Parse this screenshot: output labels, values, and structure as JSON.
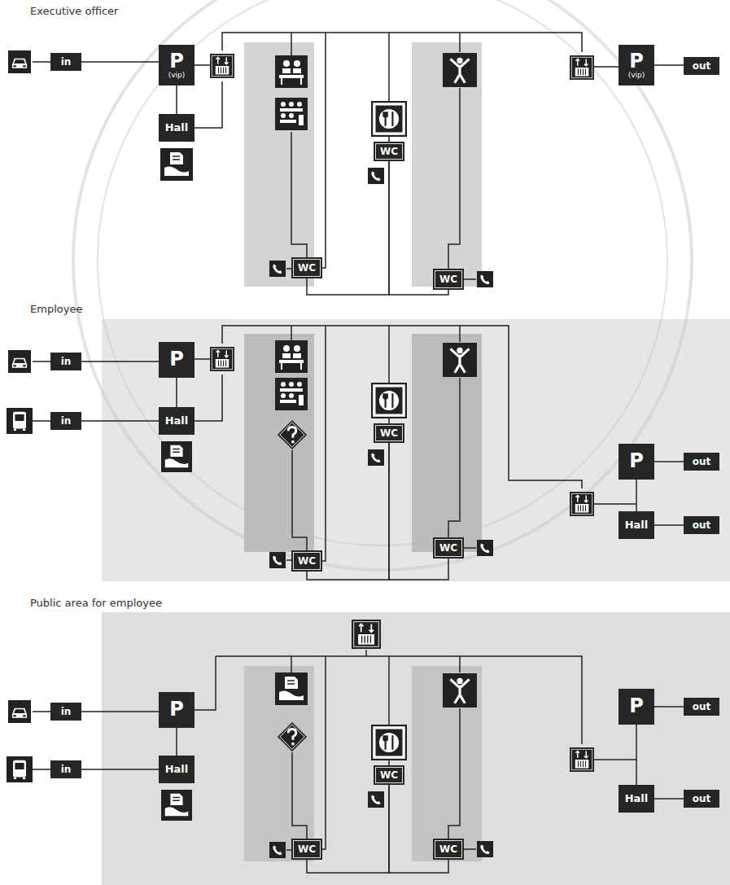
{
  "diagram": {
    "nodes": [
      {
        "text": [
          "in"
        ]
      },
      {
        "text": [
          "P",
          "(vip)"
        ]
      },
      {
        "text": [
          "Hall"
        ]
      },
      {
        "text": [
          "WC"
        ]
      },
      {
        "text": [
          "WC"
        ]
      },
      {
        "text": [
          "WC"
        ]
      },
      {
        "text": [
          "P",
          "(vip)"
        ]
      },
      {
        "text": [
          "out"
        ]
      },
      {
        "text": [
          "in"
        ]
      },
      {
        "text": [
          "in"
        ]
      },
      {
        "text": [
          "P"
        ]
      },
      {
        "text": [
          "Hall"
        ]
      },
      {
        "text": [
          "WC"
        ]
      },
      {
        "text": [
          "WC"
        ]
      },
      {
        "text": [
          "WC"
        ]
      },
      {
        "text": [
          "P"
        ]
      },
      {
        "text": [
          "Hall"
        ]
      },
      {
        "text": [
          "out"
        ]
      },
      {
        "text": [
          "out"
        ]
      },
      {
        "text": [
          "in"
        ]
      },
      {
        "text": [
          "in"
        ]
      },
      {
        "text": [
          "P"
        ]
      },
      {
        "text": [
          "Hall"
        ]
      },
      {
        "text": [
          "WC"
        ]
      },
      {
        "text": [
          "WC"
        ]
      },
      {
        "text": [
          "WC"
        ]
      },
      {
        "text": [
          "P"
        ]
      },
      {
        "text": [
          "Hall"
        ]
      },
      {
        "text": [
          "out"
        ]
      },
      {
        "text": [
          "out"
        ]
      }
    ],
    "edges": [
      {
        "from": 0,
        "to": 1,
        "arrow": "none"
      },
      {
        "from": 1,
        "to": 2,
        "arrow": "none"
      },
      {
        "from": 3,
        "to": 4,
        "arrow": "none"
      },
      {
        "from": 4,
        "to": 5,
        "arrow": "none"
      },
      {
        "from": 6,
        "to": 7,
        "arrow": "none"
      },
      {
        "from": 8,
        "to": 10,
        "arrow": "none"
      },
      {
        "from": 9,
        "to": 11,
        "arrow": "none"
      },
      {
        "from": 10,
        "to": 11,
        "arrow": "none"
      },
      {
        "from": 12,
        "to": 13,
        "arrow": "none"
      },
      {
        "from": 13,
        "to": 14,
        "arrow": "none"
      },
      {
        "from": 15,
        "to": 17,
        "arrow": "none"
      },
      {
        "from": 16,
        "to": 18,
        "arrow": "none"
      },
      {
        "from": 15,
        "to": 16,
        "arrow": "none"
      },
      {
        "from": 19,
        "to": 21,
        "arrow": "none"
      },
      {
        "from": 20,
        "to": 22,
        "arrow": "none"
      },
      {
        "from": 21,
        "to": 22,
        "arrow": "none"
      },
      {
        "from": 23,
        "to": 24,
        "arrow": "none"
      },
      {
        "from": 24,
        "to": 25,
        "arrow": "none"
      },
      {
        "from": 26,
        "to": 28,
        "arrow": "none"
      },
      {
        "from": 27,
        "to": 29,
        "arrow": "none"
      },
      {
        "from": 26,
        "to": 27,
        "arrow": "none"
      }
    ],
    "labels": [
      "Executive officer",
      "Employee",
      "Public area for employee"
    ]
  }
}
